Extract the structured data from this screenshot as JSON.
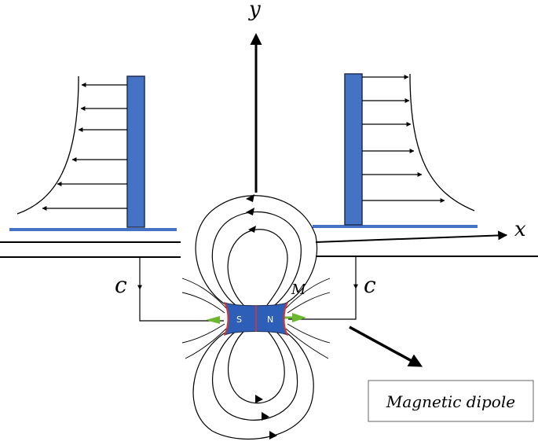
{
  "labels": {
    "y_axis": "y",
    "x_axis": "x",
    "velocity_left": "c",
    "velocity_right": "c",
    "magnetization": "M",
    "south_pole": "S",
    "north_pole": "N",
    "dipole_label": "Magnetic dipole"
  },
  "colors": {
    "plate": "#4472c4",
    "wall": "#4472c4",
    "magnet": "#2e5fb8",
    "magnet_edge": "#e0302a",
    "green_arrow": "#6bb82e",
    "ink": "#000000"
  }
}
